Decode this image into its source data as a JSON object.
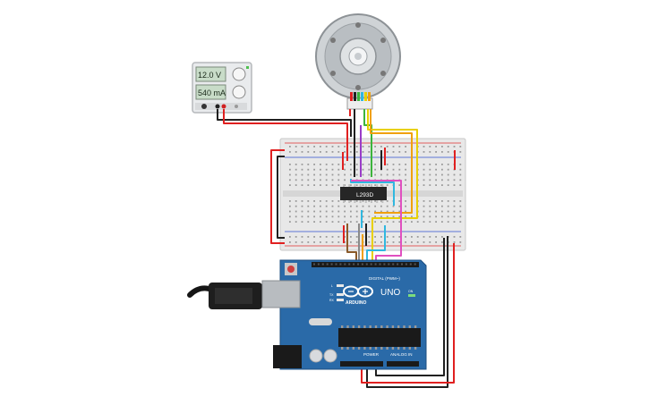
{
  "power_supply": {
    "voltage_display": "12.0 V",
    "current_display": "540 mA"
  },
  "driver_chip": {
    "label": "L293D"
  },
  "arduino": {
    "brand": "ARDUINO",
    "model": "UNO",
    "digital_header_label": "DIGITAL (PWM~)",
    "power_header_label": "POWER",
    "analog_header_label": "ANALOG IN",
    "led_labels": [
      "L",
      "TX",
      "RX"
    ],
    "on_label": "ON"
  },
  "colors": {
    "wire_red": "#e02020",
    "wire_black": "#202020",
    "wire_orange": "#f0a010",
    "wire_yellow": "#e8d000",
    "wire_green": "#3cb43c",
    "wire_purple": "#9a3cc8",
    "wire_cyan": "#30b8e0",
    "wire_pink": "#e050c0",
    "wire_brown": "#8a5a2a",
    "arduino_blue": "#2a6aa8",
    "breadboard": "#e8e8e8",
    "psu_lcd": "#c8dcc8"
  }
}
